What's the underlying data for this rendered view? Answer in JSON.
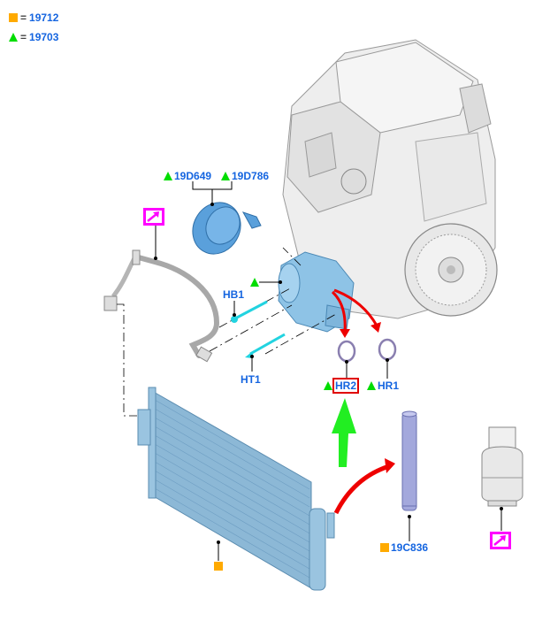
{
  "legend": [
    {
      "symbol": "square",
      "color": "#ffaa00",
      "equals": "=",
      "code": "19712"
    },
    {
      "symbol": "triangle",
      "color": "#00dd00",
      "equals": "=",
      "code": "19703"
    }
  ],
  "callouts": {
    "clutch_a": {
      "marker": "triangle",
      "code": "19D649"
    },
    "clutch_b": {
      "marker": "triangle",
      "code": "19D786"
    },
    "bolt_hb": {
      "code": "HB1"
    },
    "bolt_ht": {
      "code": "HT1"
    },
    "oring_hr2": {
      "marker": "triangle",
      "code": "HR2",
      "highlighted": true
    },
    "oring_hr1": {
      "marker": "triangle",
      "code": "HR1"
    },
    "drier": {
      "marker": "square",
      "code": "19C836"
    }
  },
  "colors": {
    "link_text": "#1565e0",
    "highlight_box": "#e00000",
    "ref_link": "#ff00ff",
    "arrow_red": "#ee0000",
    "arrow_green": "#22ee22",
    "part_blue": "#8ab8d8",
    "engine_grey": "#e6e6e6"
  },
  "references": [
    "hose-ref-link",
    "cylinder-ref-link"
  ]
}
